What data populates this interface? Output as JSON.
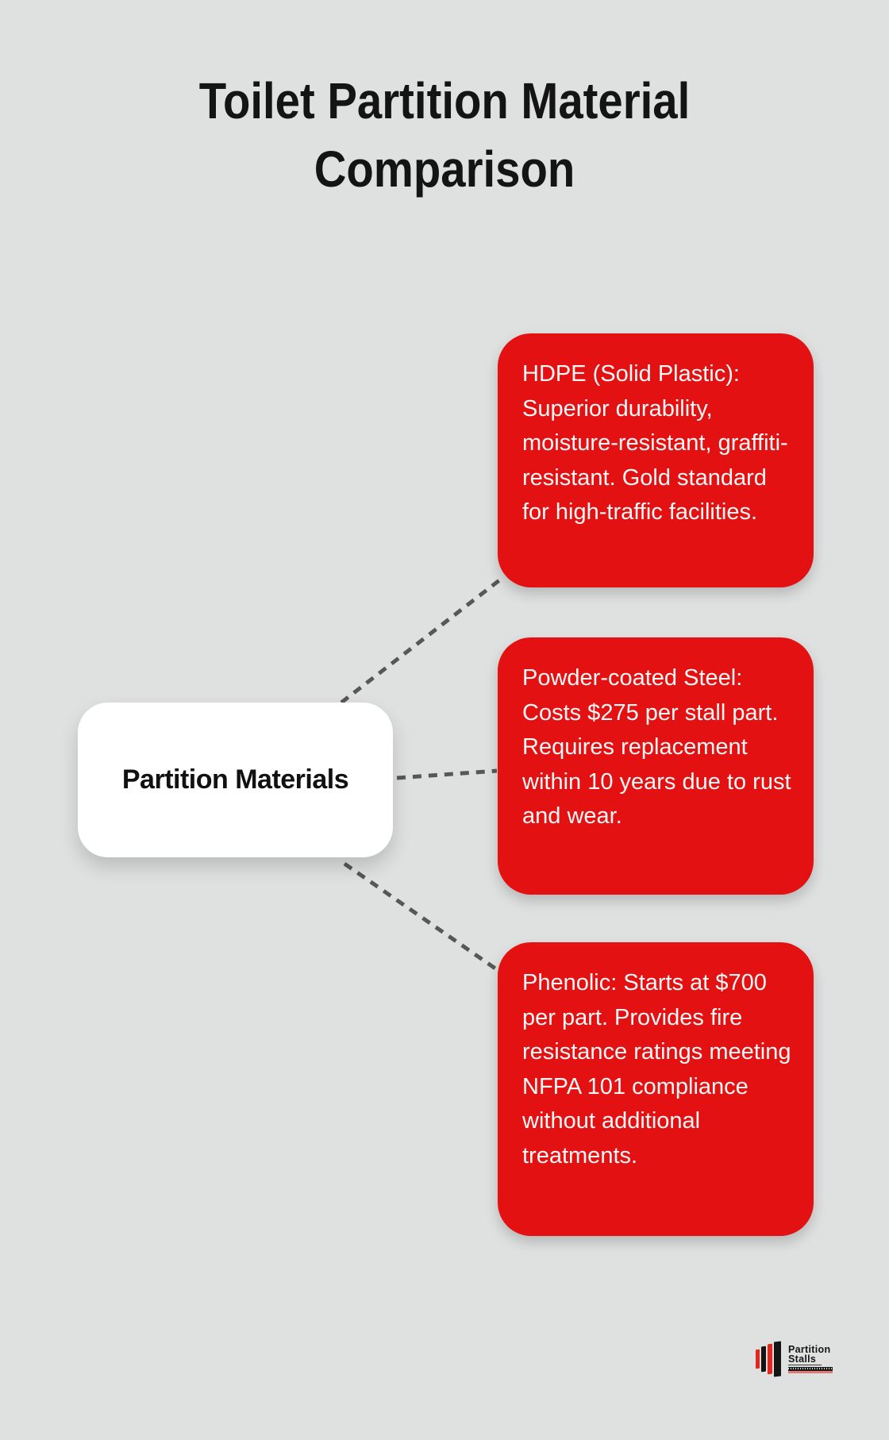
{
  "title": {
    "text": "Toilet Partition Material Comparison",
    "lines": [
      "Toilet Partition Material",
      "Comparison"
    ]
  },
  "center_node": {
    "label": "Partition Materials"
  },
  "branches": [
    {
      "id": "hdpe",
      "text": "HDPE (Solid Plastic): Superior durability, moisture-resistant, graffiti-resistant. Gold standard for high-traffic facilities."
    },
    {
      "id": "powder-coated-steel",
      "text": "Powder-coated Steel: Costs $275 per stall part. Requires replacement within 10 years due to rust and wear."
    },
    {
      "id": "phenolic",
      "text": "Phenolic: Starts at $700 per part. Provides fire resistance ratings meeting NFPA 101 compliance without additional treatments."
    }
  ],
  "logo": {
    "name_line1": "Partition",
    "name_line2": "Stalls"
  },
  "colors": {
    "background": "#dfe0e0",
    "branch_red": "#e31112",
    "branch_text": "#f7f7f7",
    "center_node_bg": "#ffffff",
    "center_node_text": "#111111",
    "connector_gray": "#575757",
    "title_text": "#141414",
    "logo_red": "#e8251c",
    "logo_black": "#141414"
  }
}
